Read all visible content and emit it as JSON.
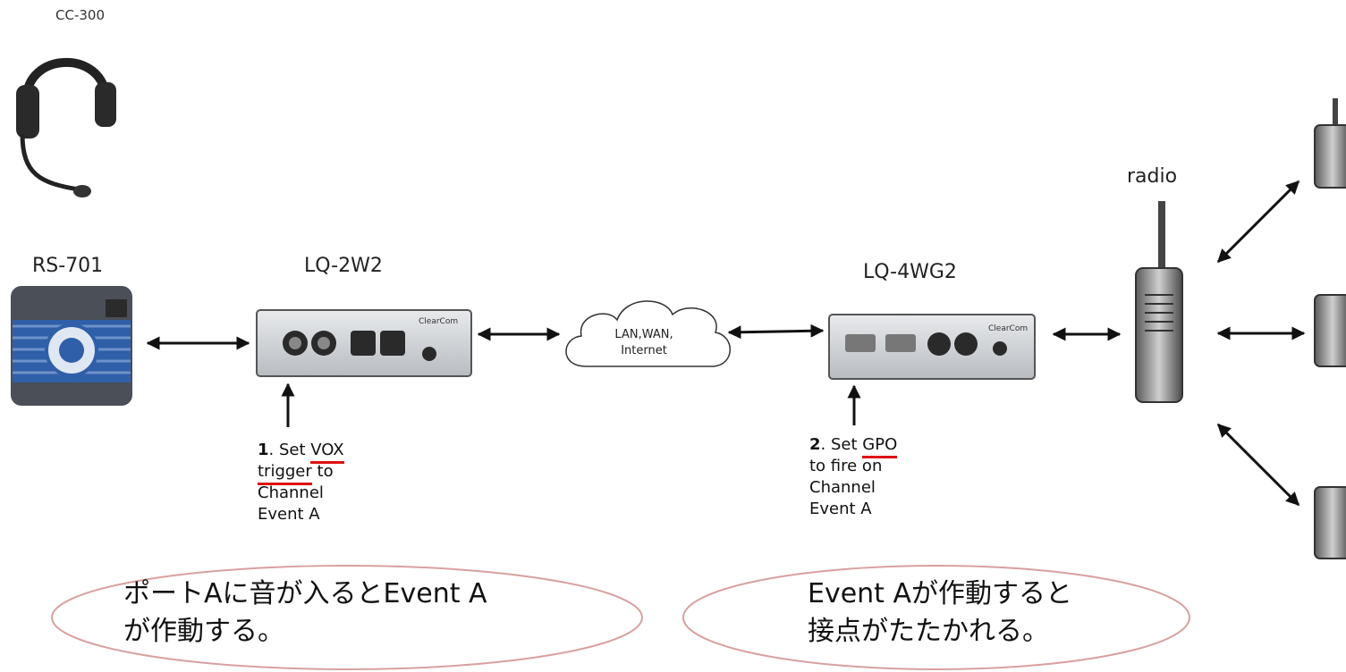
{
  "devices": {
    "headset": "CC-300",
    "beltpack": "RS-701",
    "lq2w2": "LQ-2W2",
    "lq4wg2": "LQ-4WG2",
    "radio": "radio"
  },
  "cloud": {
    "line1": "LAN,WAN,",
    "line2": "Internet"
  },
  "brand": "ClearCom",
  "note1": {
    "num": "1",
    "a": ". Set ",
    "b": "VOX",
    "c": "trigger",
    "d": " to",
    "e": "Channel",
    "f": "Event A"
  },
  "note2": {
    "num": "2",
    "a": ". Set ",
    "b": "GPO",
    "c": "to fire on",
    "d": "Channel",
    "e": "Event A"
  },
  "callout1": {
    "line1": "ポートAに音が入るとEvent A",
    "line2": "が作動する。"
  },
  "callout2": {
    "line1": "Event Aが作動すると",
    "line2": "接点がたたかれる。"
  },
  "colors": {
    "callout_border": "#d9a0a0",
    "underline": "#e01010",
    "device_body": "#cfd2d6",
    "beltpack_blue": "#2f5fa8"
  }
}
